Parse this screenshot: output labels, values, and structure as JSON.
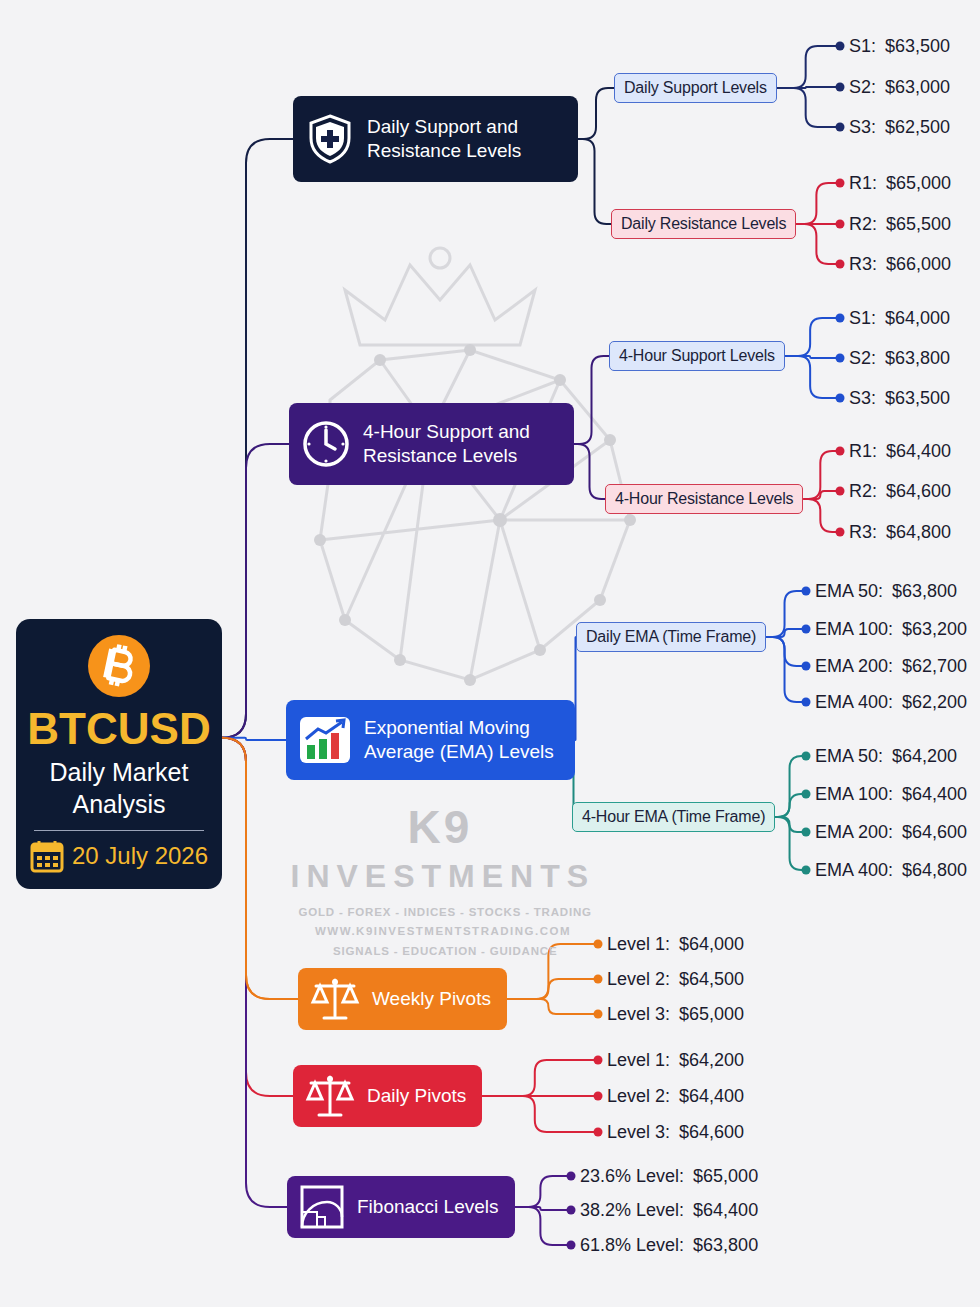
{
  "diagram": {
    "nodes": [
      {
        "text": [
          "BTCUSD",
          "Daily Market Analysis",
          "20 July 2026"
        ]
      },
      {
        "text": [
          "Daily Support and Resistance Levels"
        ]
      },
      {
        "text": [
          "Daily Support Levels"
        ]
      },
      {
        "text": [
          "S1:",
          "$63,500"
        ]
      },
      {
        "text": [
          "S2:",
          "$63,000"
        ]
      },
      {
        "text": [
          "S3:",
          "$62,500"
        ]
      },
      {
        "text": [
          "Daily Resistance Levels"
        ]
      },
      {
        "text": [
          "R1:",
          "$65,000"
        ]
      },
      {
        "text": [
          "R2:",
          "$65,500"
        ]
      },
      {
        "text": [
          "R3:",
          "$66,000"
        ]
      },
      {
        "text": [
          "4-Hour Support and Resistance Levels"
        ]
      },
      {
        "text": [
          "4-Hour Support Levels"
        ]
      },
      {
        "text": [
          "S1:",
          "$64,000"
        ]
      },
      {
        "text": [
          "S2:",
          "$63,800"
        ]
      },
      {
        "text": [
          "S3:",
          "$63,500"
        ]
      },
      {
        "text": [
          "4-Hour Resistance Levels"
        ]
      },
      {
        "text": [
          "R1:",
          "$64,400"
        ]
      },
      {
        "text": [
          "R2:",
          "$64,600"
        ]
      },
      {
        "text": [
          "R3:",
          "$64,800"
        ]
      },
      {
        "text": [
          "Exponential Moving Average (EMA) Levels"
        ]
      },
      {
        "text": [
          "Daily EMA (Time Frame)"
        ]
      },
      {
        "text": [
          "EMA 50:",
          "$63,800"
        ]
      },
      {
        "text": [
          "EMA 100:",
          "$63,200"
        ]
      },
      {
        "text": [
          "EMA 200:",
          "$62,700"
        ]
      },
      {
        "text": [
          "EMA 400:",
          "$62,200"
        ]
      },
      {
        "text": [
          "4-Hour EMA (Time Frame)"
        ]
      },
      {
        "text": [
          "EMA 50:",
          "$64,200"
        ]
      },
      {
        "text": [
          "EMA 100:",
          "$64,400"
        ]
      },
      {
        "text": [
          "EMA 200:",
          "$64,600"
        ]
      },
      {
        "text": [
          "EMA 400:",
          "$64,800"
        ]
      },
      {
        "text": [
          "Weekly Pivots"
        ]
      },
      {
        "text": [
          "Level 1:",
          "$64,000"
        ]
      },
      {
        "text": [
          "Level 2:",
          "$64,500"
        ]
      },
      {
        "text": [
          "Level 3:",
          "$65,000"
        ]
      },
      {
        "text": [
          "Daily Pivots"
        ]
      },
      {
        "text": [
          "Level 1:",
          "$64,200"
        ]
      },
      {
        "text": [
          "Level 2:",
          "$64,400"
        ]
      },
      {
        "text": [
          "Level 3:",
          "$64,600"
        ]
      },
      {
        "text": [
          "Fibonacci Levels"
        ]
      },
      {
        "text": [
          "23.6% Level:",
          "$65,000"
        ]
      },
      {
        "text": [
          "38.2% Level:",
          "$64,400"
        ]
      },
      {
        "text": [
          "61.8% Level:",
          "$63,800"
        ]
      }
    ],
    "edges": [
      {
        "from": 0,
        "to": 1,
        "arrow": "none"
      },
      {
        "from": 0,
        "to": 10,
        "arrow": "none"
      },
      {
        "from": 0,
        "to": 19,
        "arrow": "none"
      },
      {
        "from": 0,
        "to": 30,
        "arrow": "none"
      },
      {
        "from": 0,
        "to": 34,
        "arrow": "none"
      },
      {
        "from": 0,
        "to": 38,
        "arrow": "none"
      },
      {
        "from": 1,
        "to": 2,
        "arrow": "none"
      },
      {
        "from": 2,
        "to": 3,
        "arrow": "none"
      },
      {
        "from": 2,
        "to": 4,
        "arrow": "none"
      },
      {
        "from": 2,
        "to": 5,
        "arrow": "none"
      },
      {
        "from": 1,
        "to": 6,
        "arrow": "none"
      },
      {
        "from": 6,
        "to": 7,
        "arrow": "none"
      },
      {
        "from": 6,
        "to": 8,
        "arrow": "none"
      },
      {
        "from": 6,
        "to": 9,
        "arrow": "none"
      },
      {
        "from": 10,
        "to": 11,
        "arrow": "none"
      },
      {
        "from": 11,
        "to": 12,
        "arrow": "none"
      },
      {
        "from": 11,
        "to": 13,
        "arrow": "none"
      },
      {
        "from": 11,
        "to": 14,
        "arrow": "none"
      },
      {
        "from": 10,
        "to": 15,
        "arrow": "none"
      },
      {
        "from": 15,
        "to": 16,
        "arrow": "none"
      },
      {
        "from": 15,
        "to": 17,
        "arrow": "none"
      },
      {
        "from": 15,
        "to": 18,
        "arrow": "none"
      },
      {
        "from": 19,
        "to": 20,
        "arrow": "none"
      },
      {
        "from": 20,
        "to": 21,
        "arrow": "none"
      },
      {
        "from": 20,
        "to": 22,
        "arrow": "none"
      },
      {
        "from": 20,
        "to": 23,
        "arrow": "none"
      },
      {
        "from": 20,
        "to": 24,
        "arrow": "none"
      },
      {
        "from": 19,
        "to": 25,
        "arrow": "none"
      },
      {
        "from": 25,
        "to": 26,
        "arrow": "none"
      },
      {
        "from": 25,
        "to": 27,
        "arrow": "none"
      },
      {
        "from": 25,
        "to": 28,
        "arrow": "none"
      },
      {
        "from": 25,
        "to": 29,
        "arrow": "none"
      },
      {
        "from": 0,
        "to": 30,
        "arrow": "none"
      },
      {
        "from": 30,
        "to": 31,
        "arrow": "none"
      },
      {
        "from": 30,
        "to": 32,
        "arrow": "none"
      },
      {
        "from": 30,
        "to": 33,
        "arrow": "none"
      },
      {
        "from": 34,
        "to": 35,
        "arrow": "none"
      },
      {
        "from": 34,
        "to": 36,
        "arrow": "none"
      },
      {
        "from": 34,
        "to": 37,
        "arrow": "none"
      },
      {
        "from": 38,
        "to": 39,
        "arrow": "none"
      },
      {
        "from": 38,
        "to": 40,
        "arrow": "none"
      },
      {
        "from": 38,
        "to": 41,
        "arrow": "none"
      }
    ],
    "labels": [
      "K9",
      "INVESTMENTS",
      "GOLD - FOREX - INDICES - STOCKS - TRADING",
      "WWW.K9INVESTMENTSTRADING.COM",
      "SIGNALS - EDUCATION - GUIDANCE"
    ]
  }
}
